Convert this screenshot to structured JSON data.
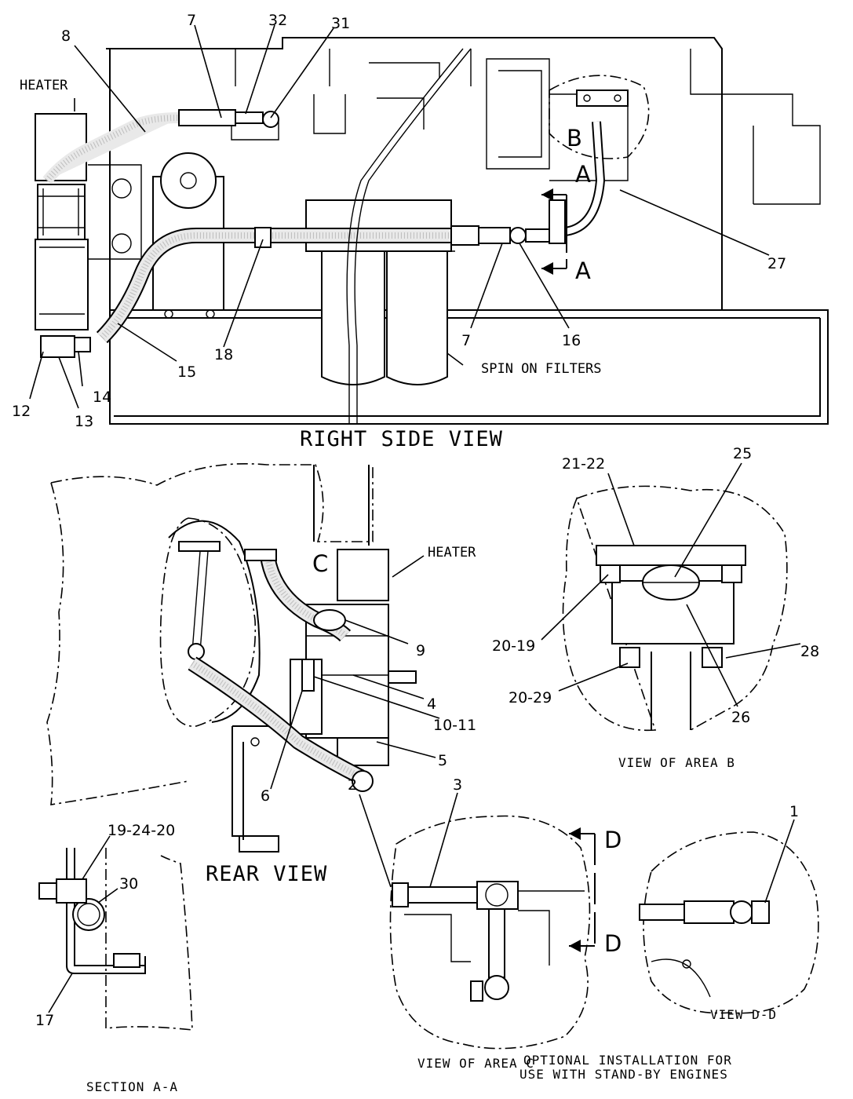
{
  "views": {
    "right_side": {
      "title": "RIGHT SIDE VIEW",
      "heater_label": "HEATER",
      "filters_label": "SPIN ON FILTERS",
      "area_b": "B",
      "section_a_top": "A",
      "section_a_bottom": "A",
      "callouts": [
        "8",
        "7",
        "32",
        "31",
        "27",
        "7",
        "16",
        "18",
        "15",
        "14",
        "13",
        "12"
      ]
    },
    "rear": {
      "title": "REAR VIEW",
      "heater_label": "HEATER",
      "area_c": "C",
      "callouts": [
        "9",
        "4",
        "10-11",
        "5",
        "6"
      ]
    },
    "area_b": {
      "title": "VIEW OF AREA B",
      "callouts": [
        "21-22",
        "25",
        "20-19",
        "28",
        "20-29",
        "26"
      ]
    },
    "section_a": {
      "title": "SECTION A-A",
      "callouts": [
        "19-24-20",
        "30",
        "17"
      ]
    },
    "area_c": {
      "title": "VIEW OF AREA C",
      "section_d_top": "D",
      "section_d_bottom": "D",
      "callouts": [
        "3",
        "2"
      ]
    },
    "view_d": {
      "title": "VIEW D-D",
      "callouts": [
        "1"
      ]
    }
  },
  "note": {
    "line1": "OPTIONAL INSTALLATION FOR",
    "line2": "USE WITH STAND-BY ENGINES"
  }
}
